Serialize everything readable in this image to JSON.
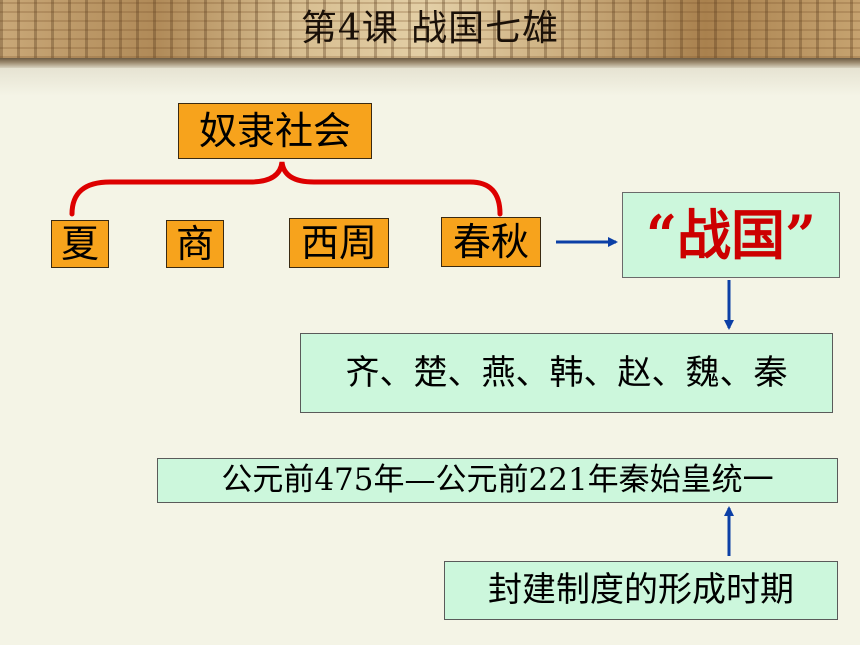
{
  "header": {
    "title": "第4课  战国七雄"
  },
  "diagram": {
    "top_node": "奴隶社会",
    "dynasties": [
      "夏",
      "商",
      "西周",
      "春秋"
    ],
    "main_node": "“战国”",
    "states": "齐、楚、燕、韩、赵、魏、秦",
    "period": "公元前475年—公元前221年秦始皇统一",
    "nature": "封建制度的形成时期"
  },
  "colors": {
    "orange_box": "#f7a31c",
    "green_box": "#ccf7dc",
    "bracket": "#dd0000",
    "arrow": "#0b3fa6",
    "title_red": "#cc0000"
  }
}
